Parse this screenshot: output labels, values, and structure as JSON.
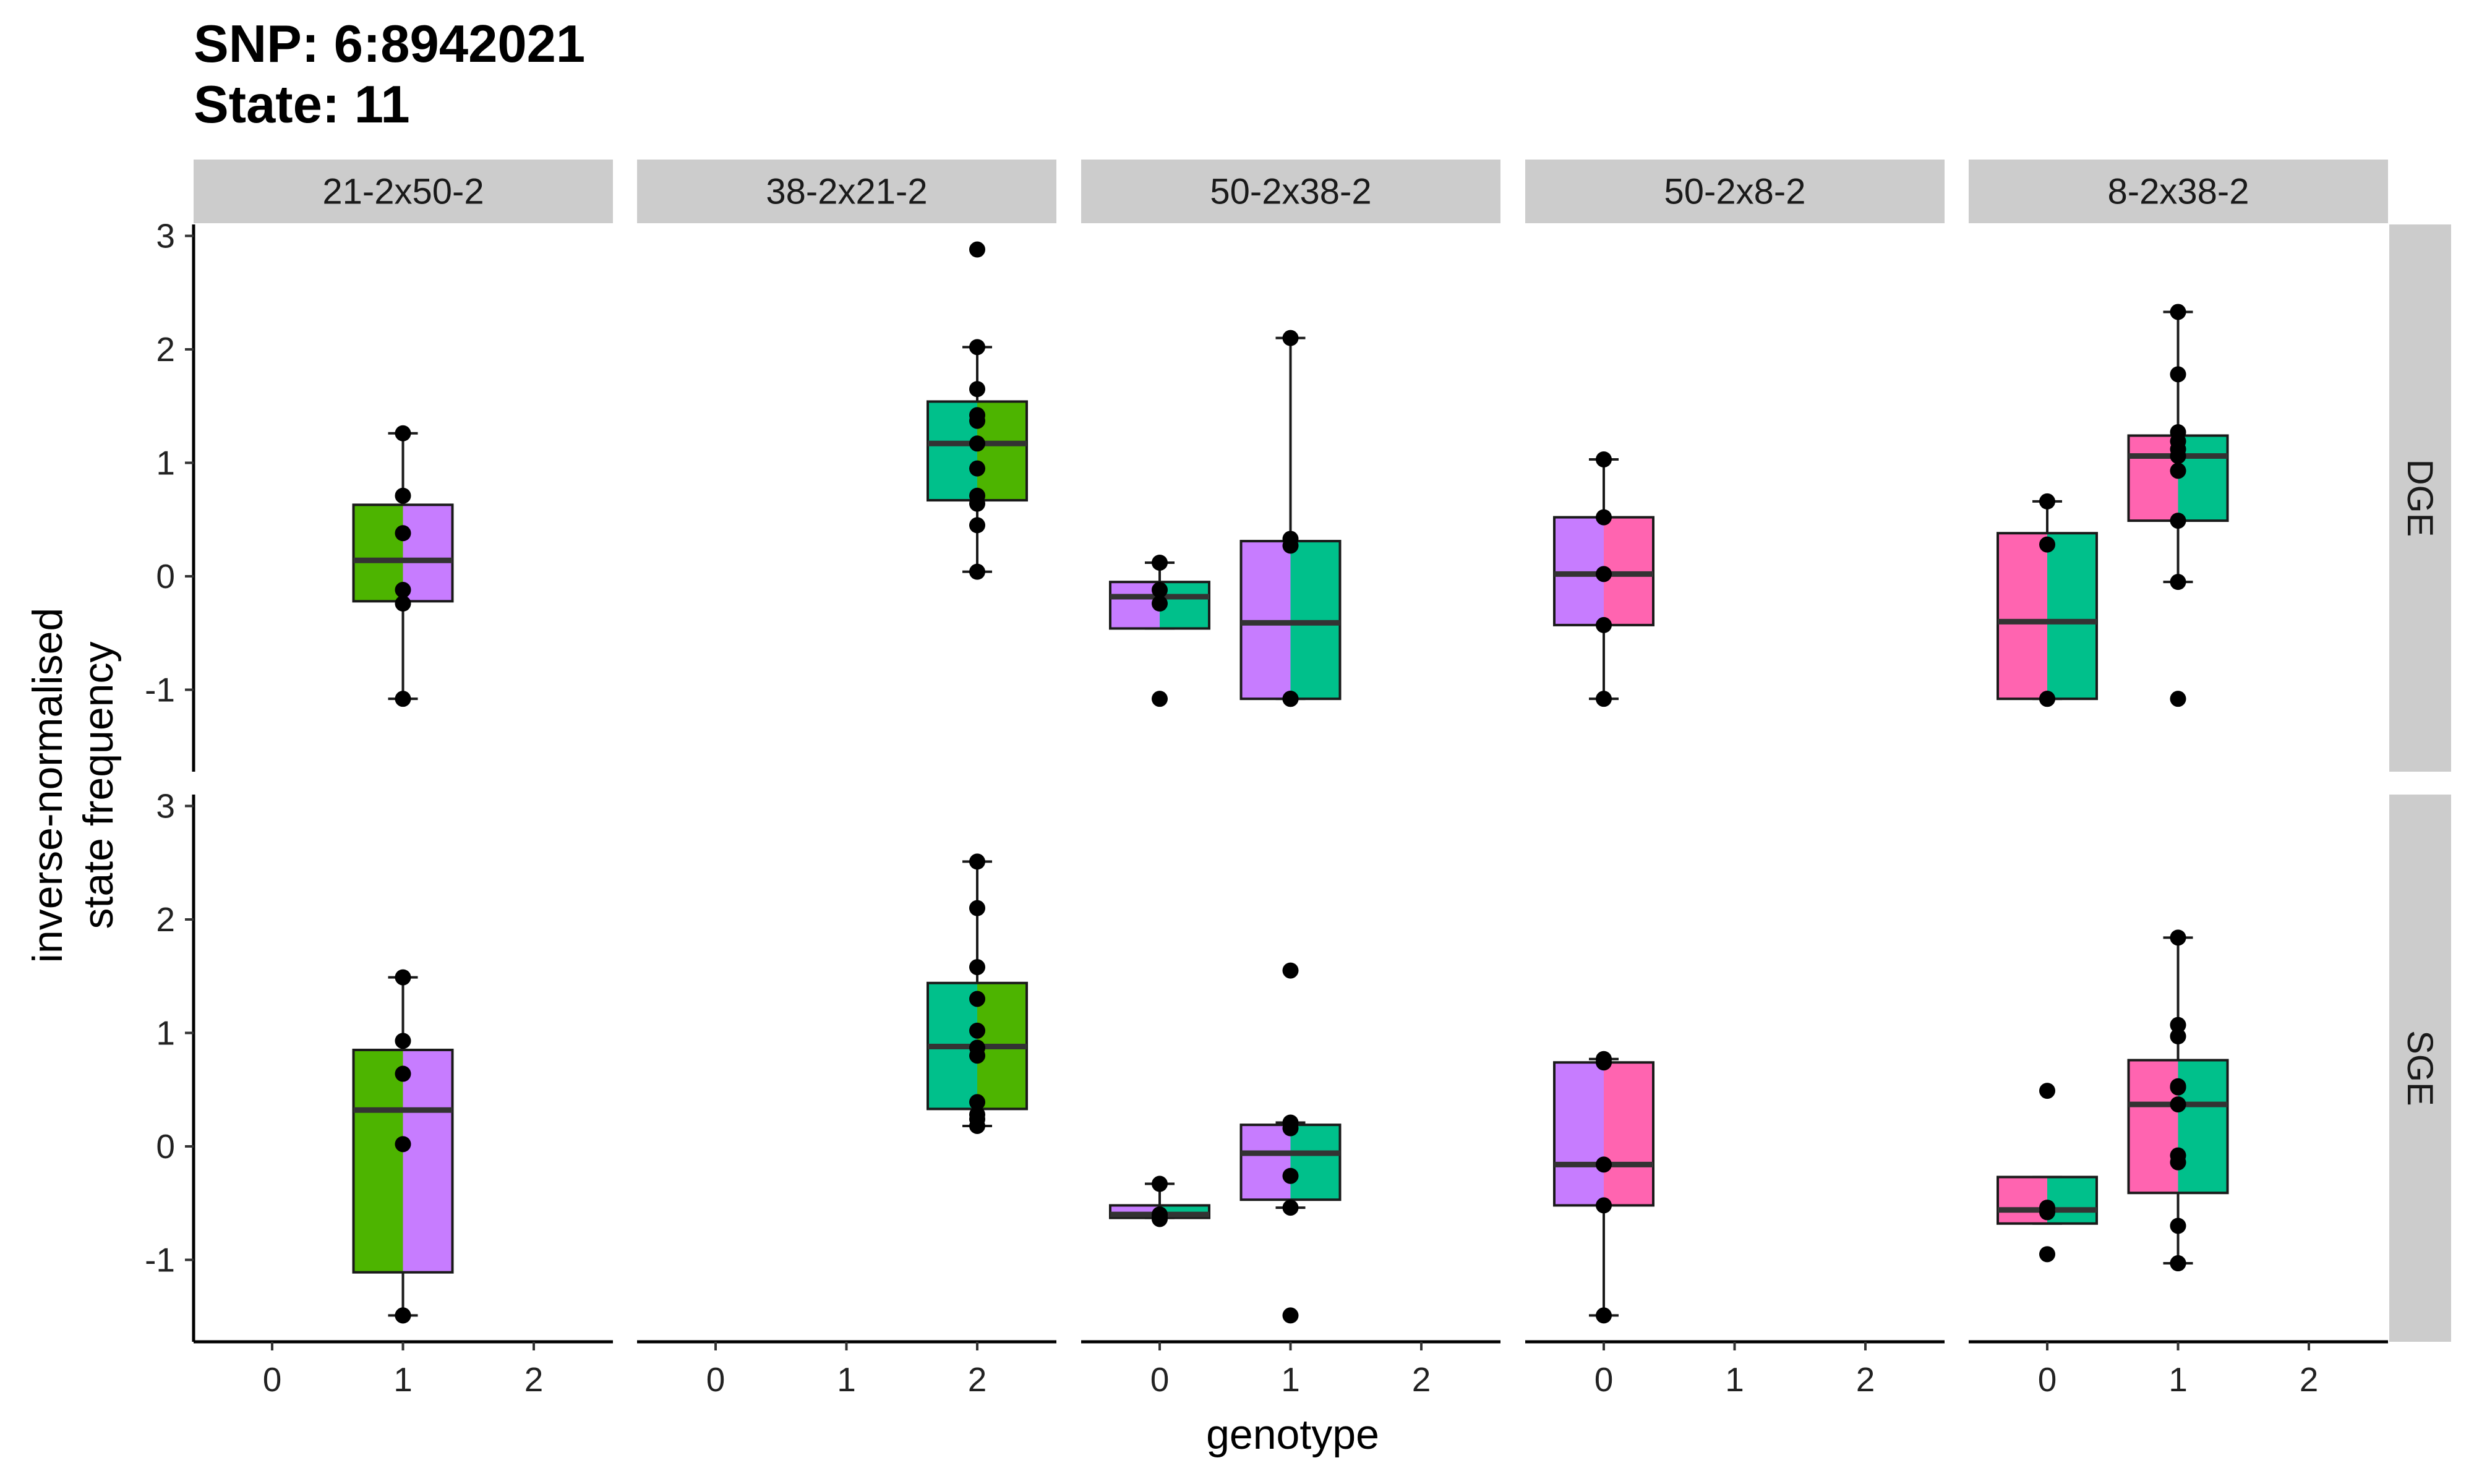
{
  "chart_data": {
    "type": "boxplot",
    "title_lines": [
      "SNP: 6:8942021",
      "State: 11"
    ],
    "xlabel": "genotype",
    "ylabel_lines": [
      "inverse-normalised",
      "state frequency"
    ],
    "x_categories": [
      "0",
      "1",
      "2"
    ],
    "y_ticks": [
      3,
      2,
      1,
      0,
      -1
    ],
    "y_tick_labels": [
      "3",
      "2",
      "1",
      "0",
      "-1"
    ],
    "ylim": [
      -1.7,
      3.2
    ],
    "grid": false,
    "colors": {
      "green_dark": "#4DB400",
      "green_teal": "#00C08B",
      "purple": "#C77CFF",
      "pink": "#FF64B0"
    },
    "panel_columns": [
      "21-2x50-2",
      "38-2x21-2",
      "50-2x38-2",
      "50-2x8-2",
      "8-2x38-2"
    ],
    "panel_rows": [
      "DGE",
      "SGE"
    ],
    "panels": [
      {
        "column": "21-2x50-2",
        "row": "DGE",
        "boxes": [
          {
            "genotype": 1,
            "colors": [
              "green_dark",
              "purple"
            ],
            "q1": -0.22,
            "median": 0.14,
            "q3": 0.63,
            "whisker_low": -1.08,
            "whisker_high": 1.26,
            "points": [
              1.26,
              0.71,
              0.38,
              -0.12,
              -0.24,
              -1.08
            ]
          }
        ]
      },
      {
        "column": "38-2x21-2",
        "row": "DGE",
        "boxes": [
          {
            "genotype": 2,
            "colors": [
              "green_teal",
              "green_dark"
            ],
            "q1": 0.67,
            "median": 1.17,
            "q3": 1.54,
            "whisker_low": 0.04,
            "whisker_high": 2.02,
            "points": [
              2.88,
              2.02,
              1.65,
              1.42,
              1.37,
              1.17,
              0.95,
              0.71,
              0.64,
              0.45,
              0.04
            ]
          }
        ]
      },
      {
        "column": "50-2x38-2",
        "row": "DGE",
        "boxes": [
          {
            "genotype": 0,
            "colors": [
              "purple",
              "green_teal"
            ],
            "q1": -0.46,
            "median": -0.18,
            "q3": -0.05,
            "whisker_low": -0.46,
            "whisker_high": 0.12,
            "points": [
              0.12,
              -0.12,
              -0.24,
              -1.08
            ]
          },
          {
            "genotype": 1,
            "colors": [
              "purple",
              "green_teal"
            ],
            "q1": -1.08,
            "median": -0.41,
            "q3": 0.31,
            "whisker_low": -1.08,
            "whisker_high": 2.1,
            "points": [
              2.1,
              0.33,
              0.27,
              -1.08,
              -1.08,
              -1.08
            ]
          }
        ]
      },
      {
        "column": "50-2x8-2",
        "row": "DGE",
        "boxes": [
          {
            "genotype": 0,
            "colors": [
              "purple",
              "pink"
            ],
            "q1": -0.43,
            "median": 0.02,
            "q3": 0.52,
            "whisker_low": -1.08,
            "whisker_high": 1.03,
            "points": [
              1.03,
              0.52,
              0.02,
              -0.43,
              -1.08
            ]
          }
        ]
      },
      {
        "column": "8-2x38-2",
        "row": "DGE",
        "boxes": [
          {
            "genotype": 0,
            "colors": [
              "pink",
              "green_teal"
            ],
            "q1": -1.08,
            "median": -0.4,
            "q3": 0.38,
            "whisker_low": -1.08,
            "whisker_high": 0.66,
            "points": [
              0.66,
              0.28,
              -1.08,
              -1.08
            ]
          },
          {
            "genotype": 1,
            "colors": [
              "pink",
              "green_teal"
            ],
            "q1": 0.49,
            "median": 1.06,
            "q3": 1.24,
            "whisker_low": -0.05,
            "whisker_high": 2.33,
            "points": [
              2.33,
              1.78,
              1.27,
              1.19,
              1.12,
              1.06,
              0.93,
              0.49,
              -0.05,
              -1.08
            ]
          }
        ]
      },
      {
        "column": "21-2x50-2",
        "row": "SGE",
        "boxes": [
          {
            "genotype": 1,
            "colors": [
              "green_dark",
              "purple"
            ],
            "q1": -1.11,
            "median": 0.32,
            "q3": 0.85,
            "whisker_low": -1.49,
            "whisker_high": 1.49,
            "points": [
              1.49,
              0.93,
              0.64,
              0.02,
              -1.49,
              -1.49
            ]
          }
        ]
      },
      {
        "column": "38-2x21-2",
        "row": "SGE",
        "boxes": [
          {
            "genotype": 2,
            "colors": [
              "green_teal",
              "green_dark"
            ],
            "q1": 0.33,
            "median": 0.88,
            "q3": 1.44,
            "whisker_low": 0.18,
            "whisker_high": 2.51,
            "points": [
              2.51,
              2.1,
              1.58,
              1.3,
              1.02,
              0.87,
              0.8,
              0.39,
              0.28,
              0.24,
              0.18
            ]
          }
        ]
      },
      {
        "column": "50-2x38-2",
        "row": "SGE",
        "boxes": [
          {
            "genotype": 0,
            "colors": [
              "purple",
              "green_teal"
            ],
            "q1": -0.63,
            "median": -0.6,
            "q3": -0.52,
            "whisker_low": -0.63,
            "whisker_high": -0.33,
            "points": [
              -0.33,
              -0.6,
              -0.62,
              -0.64
            ]
          },
          {
            "genotype": 1,
            "colors": [
              "purple",
              "green_teal"
            ],
            "q1": -0.47,
            "median": -0.06,
            "q3": 0.19,
            "whisker_low": -0.54,
            "whisker_high": 0.21,
            "points": [
              1.55,
              0.21,
              0.16,
              -0.26,
              -0.54,
              -1.49
            ]
          }
        ]
      },
      {
        "column": "50-2x8-2",
        "row": "SGE",
        "boxes": [
          {
            "genotype": 0,
            "colors": [
              "purple",
              "pink"
            ],
            "q1": -0.52,
            "median": -0.16,
            "q3": 0.74,
            "whisker_low": -1.49,
            "whisker_high": 0.77,
            "points": [
              0.77,
              0.74,
              -0.16,
              -0.52,
              -1.49
            ]
          }
        ]
      },
      {
        "column": "8-2x38-2",
        "row": "SGE",
        "boxes": [
          {
            "genotype": 0,
            "colors": [
              "pink",
              "green_teal"
            ],
            "q1": -0.68,
            "median": -0.56,
            "q3": -0.27,
            "whisker_low": -0.68,
            "whisker_high": -0.27,
            "points": [
              0.49,
              -0.54,
              -0.58,
              -0.95
            ]
          },
          {
            "genotype": 1,
            "colors": [
              "pink",
              "green_teal"
            ],
            "q1": -0.41,
            "median": 0.37,
            "q3": 0.76,
            "whisker_low": -1.03,
            "whisker_high": 1.84,
            "points": [
              1.84,
              1.07,
              0.97,
              0.53,
              0.52,
              0.37,
              -0.08,
              -0.14,
              -0.7,
              -1.03,
              -1.03
            ]
          }
        ]
      }
    ]
  }
}
